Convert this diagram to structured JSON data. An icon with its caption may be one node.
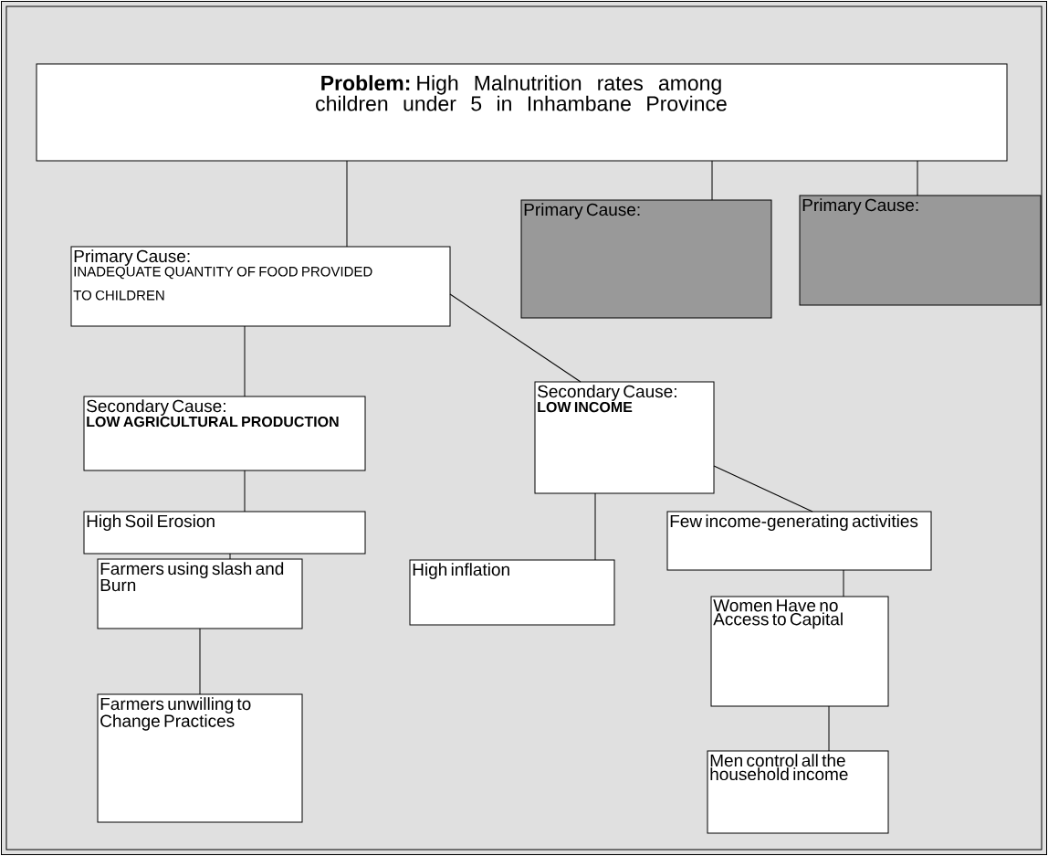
{
  "diagram": {
    "nodes": [
      {
        "text": [
          "**Problem:** High Malnutrition rates among children under 5 in Inhambane Province"
        ]
      },
      {
        "text": [
          "Primary Cause:"
        ]
      },
      {
        "text": [
          "Primary Cause:"
        ]
      },
      {
        "text": [
          "Primary Cause:",
          "INADEQUATE QUANTITY OF FOOD PROVIDED TO CHILDREN"
        ]
      },
      {
        "text": [
          "Secondary Cause:",
          "LOW AGRICULTURAL PRODUCTION"
        ]
      },
      {
        "text": [
          "Secondary Cause:",
          "LOW INCOME"
        ]
      },
      {
        "text": [
          "High Soil Erosion"
        ]
      },
      {
        "text": [
          "High inflation"
        ]
      },
      {
        "text": [
          "Few income-generating activities"
        ]
      },
      {
        "text": [
          "Farmers using slash and Burn"
        ]
      },
      {
        "text": [
          "Women Have no Access to Capital"
        ]
      },
      {
        "text": [
          "Farmers unwilling to Change Practices"
        ]
      },
      {
        "text": [
          "Men control all the household income"
        ]
      }
    ],
    "edges": [
      {
        "from": 0,
        "to": 3,
        "arrow": "none"
      },
      {
        "from": 0,
        "to": 1,
        "arrow": "none"
      },
      {
        "from": 0,
        "to": 2,
        "arrow": "none"
      },
      {
        "from": 3,
        "to": 4,
        "arrow": "none"
      },
      {
        "from": 3,
        "to": 5,
        "arrow": "none"
      },
      {
        "from": 4,
        "to": 6,
        "arrow": "none"
      },
      {
        "from": 6,
        "to": 9,
        "arrow": "none"
      },
      {
        "from": 9,
        "to": 11,
        "arrow": "none"
      },
      {
        "from": 5,
        "to": 7,
        "arrow": "none"
      },
      {
        "from": 5,
        "to": 8,
        "arrow": "none"
      },
      {
        "from": 8,
        "to": 10,
        "arrow": "none"
      },
      {
        "from": 10,
        "to": 12,
        "arrow": "none"
      }
    ]
  }
}
